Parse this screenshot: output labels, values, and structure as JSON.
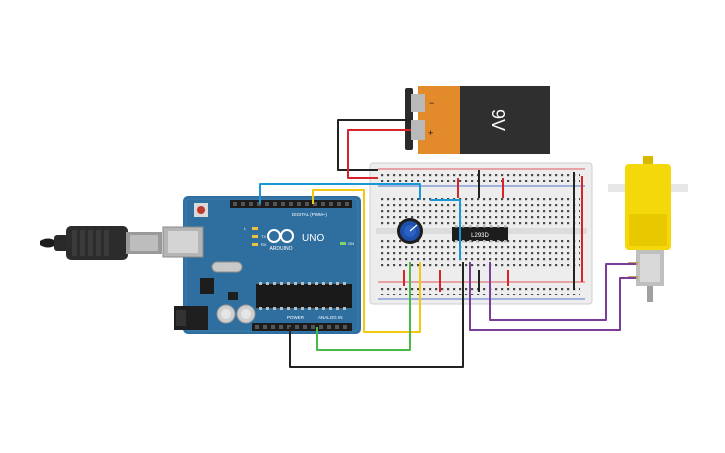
{
  "battery": {
    "voltage_label": "9V",
    "minus_label": "−",
    "plus_label": "+"
  },
  "arduino": {
    "brand_label": "ARDUINO",
    "model_label": "UNO",
    "digital_header_label": "DIGITAL (PWM~)",
    "analog_header_label": "ANALOG IN",
    "power_header_label": "POWER",
    "tx_label": "TX",
    "rx_label": "RX",
    "l_label": "L",
    "on_label": "ON"
  },
  "driver_chip": {
    "label": "L293D"
  },
  "colors": {
    "wire_blue": "#1a98d5",
    "wire_yellow": "#f2c811",
    "wire_green": "#4cb848",
    "wire_black": "#222222",
    "wire_red": "#d8232a",
    "wire_purple": "#7a3d9a",
    "arduino_board": "#2f6f9f",
    "battery_orange": "#e38a2a",
    "motor_yellow": "#f4d80a"
  }
}
